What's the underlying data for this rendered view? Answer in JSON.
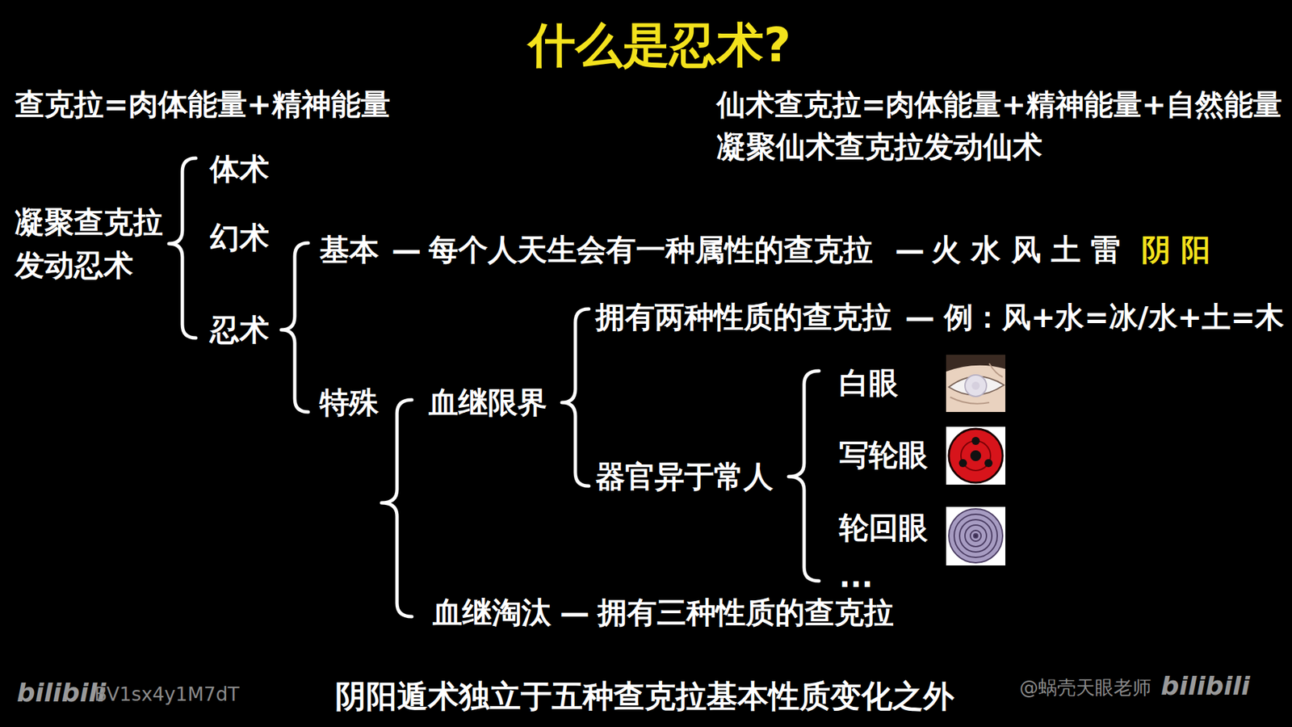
{
  "diagram": {
    "title": "什么是忍术?",
    "caption": "阴阳遁术独立于五种查克拉基本性质变化之外",
    "labels": [
      "查克拉=肉体能量+精神能量",
      "仙术查克拉=肉体能量+精神能量+自然能量",
      "凝聚仙术查克拉发动仙术",
      "凝聚查克拉 发动忍术",
      "体术",
      "幻术",
      "忍术",
      "基本",
      "—",
      "每个人天生会有一种属性的查克拉",
      "—",
      "火 水 风 土 雷",
      "阴 阳",
      "拥有两种性质的查克拉",
      "—",
      "例：风+水=冰/水+土=木",
      "特殊",
      "血继限界",
      "器官异于常人",
      "白眼",
      "写轮眼",
      "轮回眼",
      "...",
      "血继淘汰",
      "—",
      "拥有三种性质的查克拉",
      "bilibili",
      "BV1sx4y1M7dT",
      "@蜗壳天眼老师",
      "bilibili"
    ]
  }
}
